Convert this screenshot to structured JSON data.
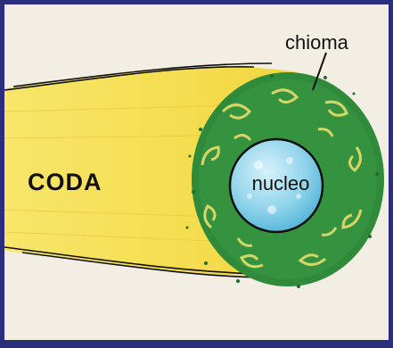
{
  "labels": {
    "coma": "chioma",
    "tail": "CODA",
    "nucleus": "nucleo"
  },
  "colors": {
    "border": "#2a2e7c",
    "background": "#f2eee4",
    "tail": "#f5e25a",
    "coma": "#2f8a3a",
    "nucleus": "#8fd3ea"
  }
}
